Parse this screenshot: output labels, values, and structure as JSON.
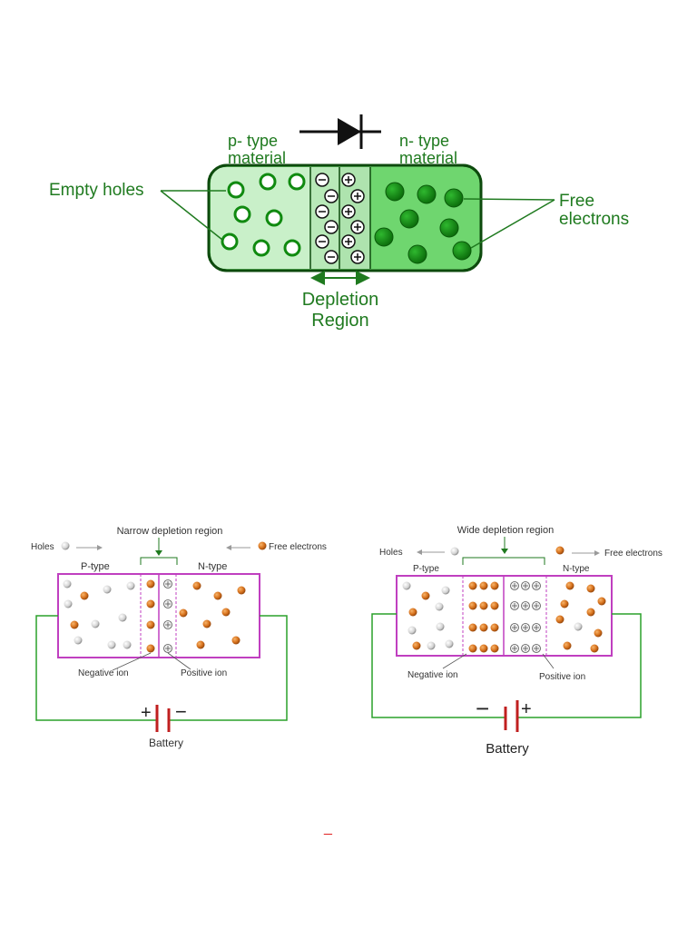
{
  "top_diagram": {
    "p_label_1": "p- type",
    "p_label_2": "material",
    "n_label_1": "n- type",
    "n_label_2": "material",
    "empty_holes": "Empty holes",
    "free_1": "Free",
    "free_2": "electrons",
    "depletion_1": "Depletion",
    "depletion_2": "Region",
    "colors": {
      "p_fill": "#c9f0c9",
      "n_fill": "#6fd66f",
      "outline": "#0d4a0d",
      "text": "#1f7a1f",
      "dot": "#108a10"
    }
  },
  "forward_bias": {
    "title": "Narrow depletion region",
    "holes": "Holes",
    "free_electrons": "Free electrons",
    "p_type": "P-type",
    "n_type": "N-type",
    "negative_ion": "Negative ion",
    "positive_ion": "Positive ion",
    "battery": "Battery",
    "plus": "+",
    "minus": "−"
  },
  "reverse_bias": {
    "title": "Wide depletion region",
    "holes": "Holes",
    "free_electrons": "Free electrons",
    "p_type": "P-type",
    "n_type": "N-type",
    "negative_ion": "Negative ion",
    "positive_ion": "Positive ion",
    "battery": "Battery",
    "plus": "+",
    "minus": "−"
  },
  "footer_mark": "_"
}
